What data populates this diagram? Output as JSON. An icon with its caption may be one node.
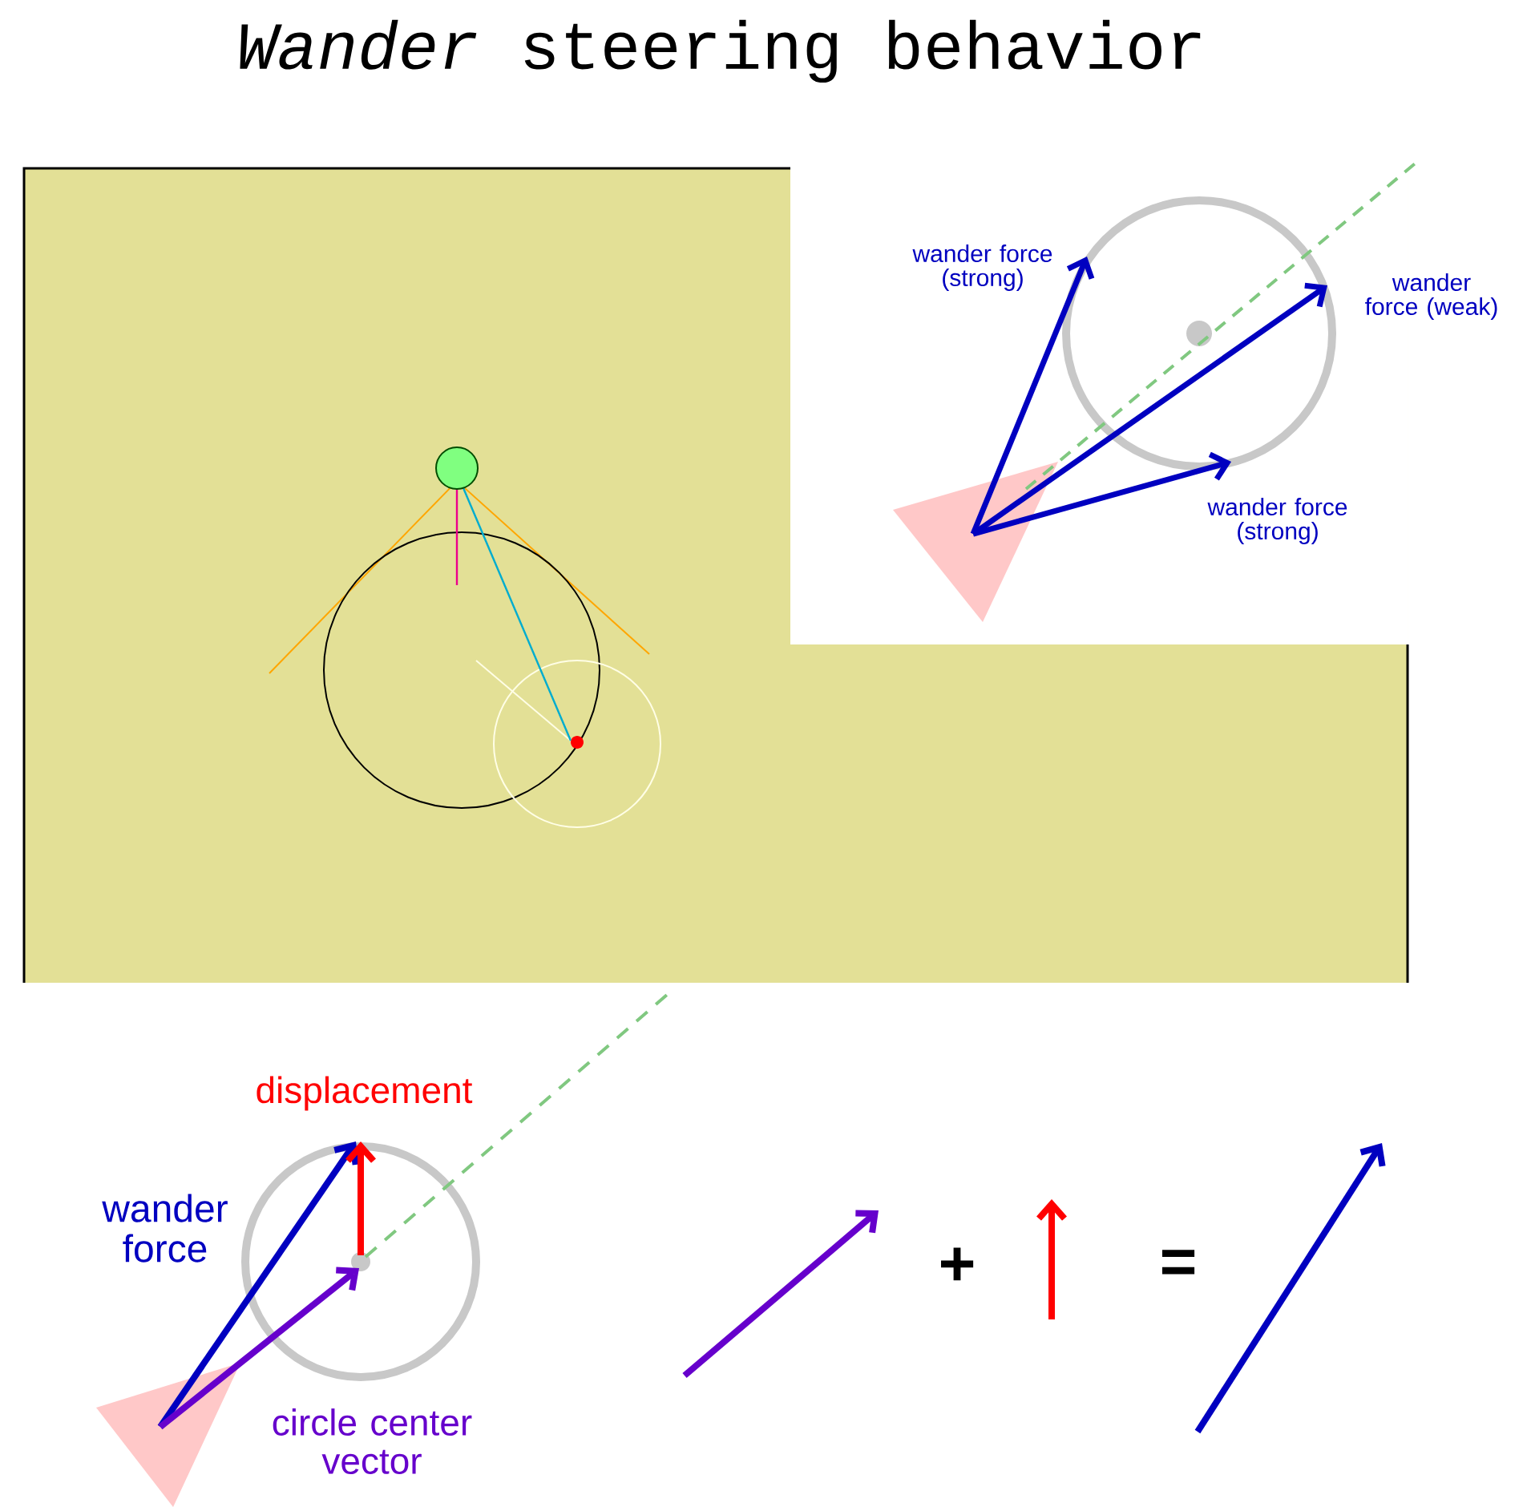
{
  "diagram": {
    "title": "*Wander* steering behavior",
    "labels": [
      "wander force (strong)",
      "wander force (weak)",
      "wander force (strong)",
      "displacement",
      "wander force",
      "circle center vector",
      "+",
      "="
    ]
  }
}
